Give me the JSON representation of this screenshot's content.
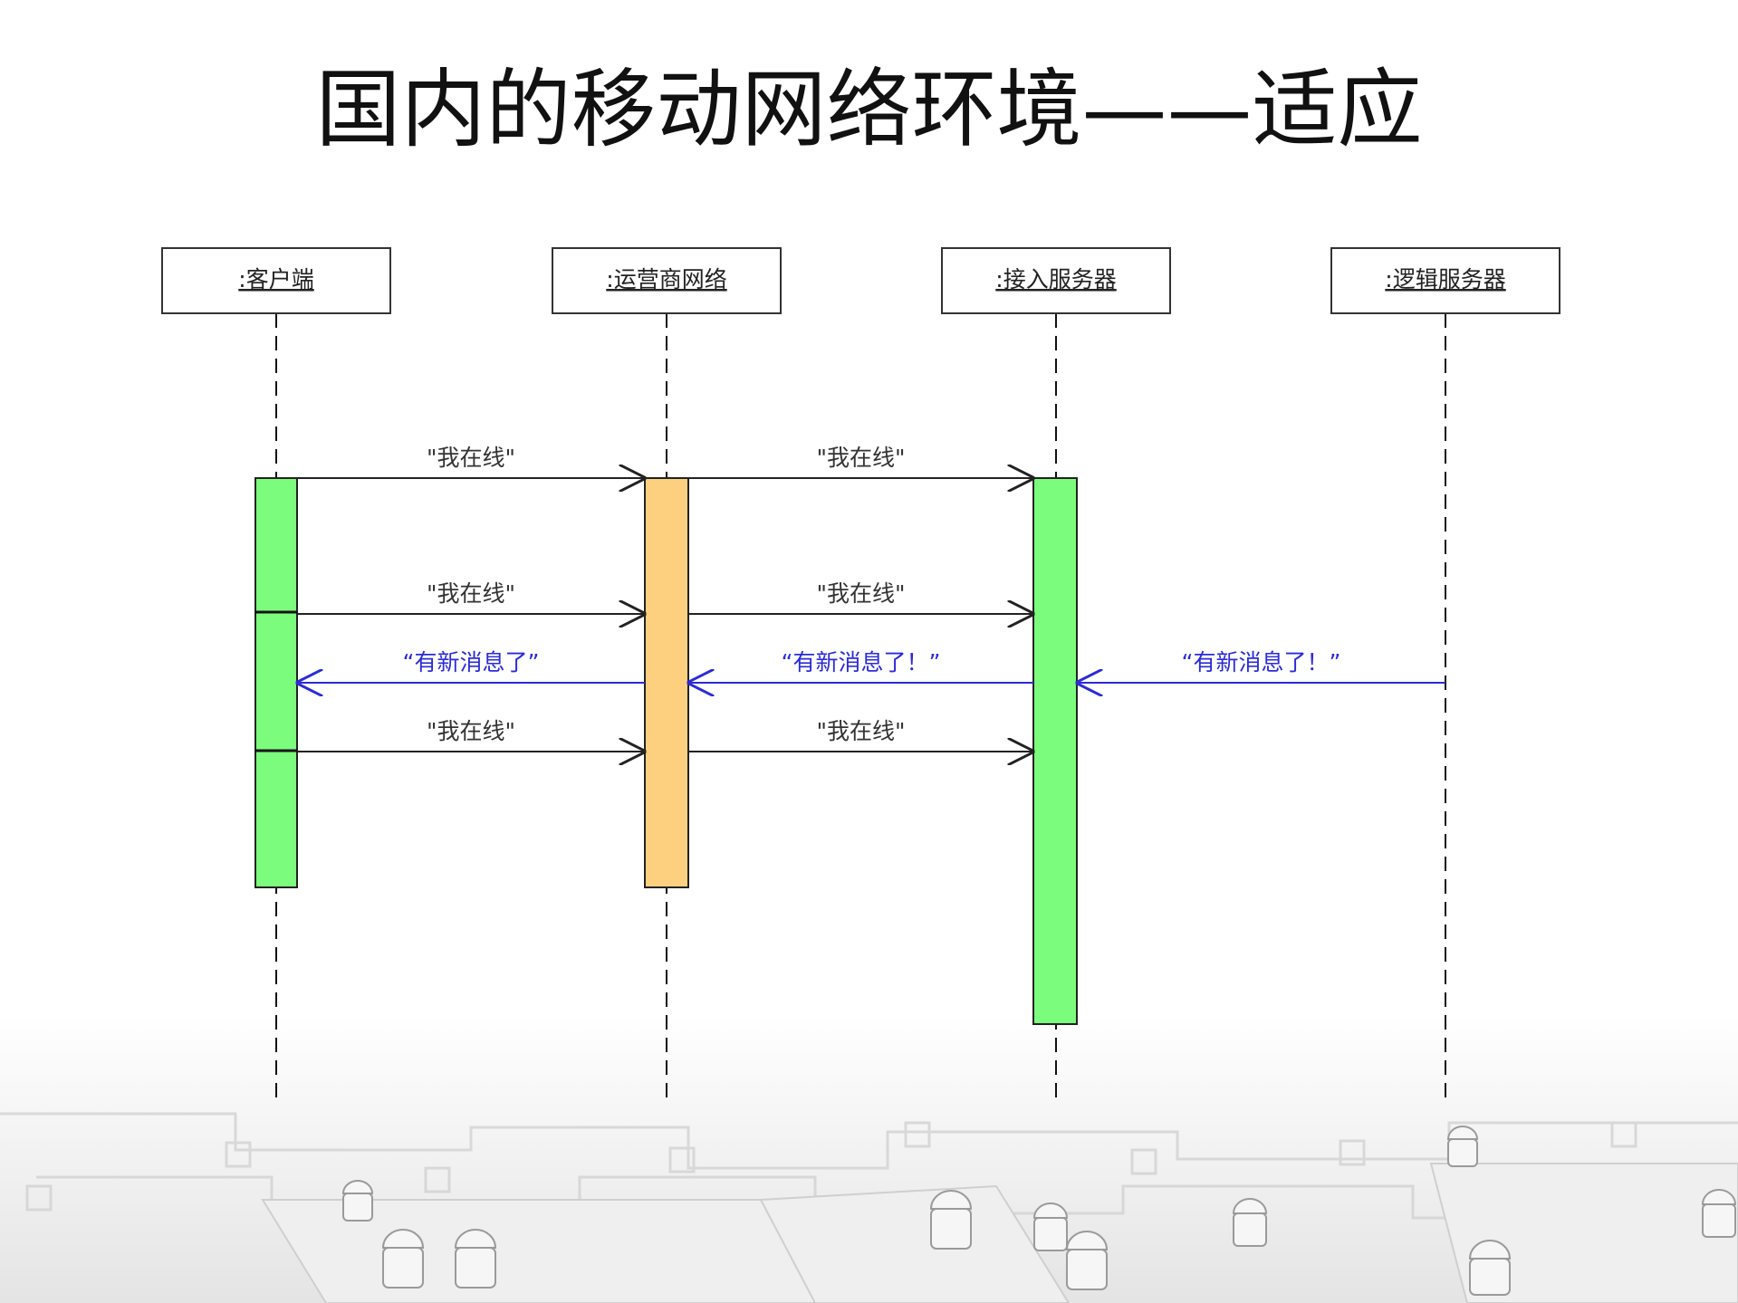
{
  "title": "国内的移动网络环境——适应",
  "colors": {
    "activation_green": "#7cfc7c",
    "activation_orange": "#fdd080",
    "forward_message": "#222222",
    "return_message": "#2b2bd8",
    "lifeline": "#111111"
  },
  "participants": [
    {
      "id": "client",
      "label": ":客户端"
    },
    {
      "id": "carrier",
      "label": ":运营商网络"
    },
    {
      "id": "access",
      "label": ":接入服务器"
    },
    {
      "id": "logic",
      "label": ":逻辑服务器"
    }
  ],
  "messages": [
    {
      "from": "client",
      "to": "carrier",
      "label": "\"我在线\"",
      "kind": "forward"
    },
    {
      "from": "carrier",
      "to": "access",
      "label": "\"我在线\"",
      "kind": "forward"
    },
    {
      "from": "client",
      "to": "carrier",
      "label": "\"我在线\"",
      "kind": "forward"
    },
    {
      "from": "carrier",
      "to": "access",
      "label": "\"我在线\"",
      "kind": "forward"
    },
    {
      "from": "carrier",
      "to": "client",
      "label": "“有新消息了”",
      "kind": "return"
    },
    {
      "from": "access",
      "to": "carrier",
      "label": "“有新消息了！”",
      "kind": "return"
    },
    {
      "from": "logic",
      "to": "access",
      "label": "“有新消息了！”",
      "kind": "return"
    },
    {
      "from": "client",
      "to": "carrier",
      "label": "\"我在线\"",
      "kind": "forward"
    },
    {
      "from": "carrier",
      "to": "access",
      "label": "\"我在线\"",
      "kind": "forward"
    }
  ],
  "background": {
    "footer_decoration": "android-robot-circuit-pattern"
  }
}
